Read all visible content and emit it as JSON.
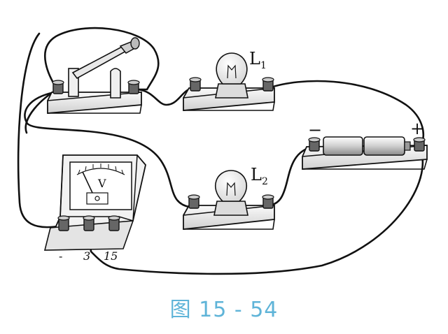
{
  "figure": {
    "caption": "图 15 - 54"
  },
  "components": {
    "lamp1": {
      "label": "L",
      "subscript": "1"
    },
    "lamp2": {
      "label": "L",
      "subscript": "2"
    },
    "battery": {
      "minus": "−",
      "plus": "+"
    },
    "voltmeter": {
      "symbol": "V",
      "terminals": [
        "-",
        "3",
        "15"
      ]
    }
  },
  "colors": {
    "line": "#111111",
    "base_light": "#f3f3f3",
    "base_shade": "#bdbdbd",
    "caption": "#5fb4d8"
  }
}
